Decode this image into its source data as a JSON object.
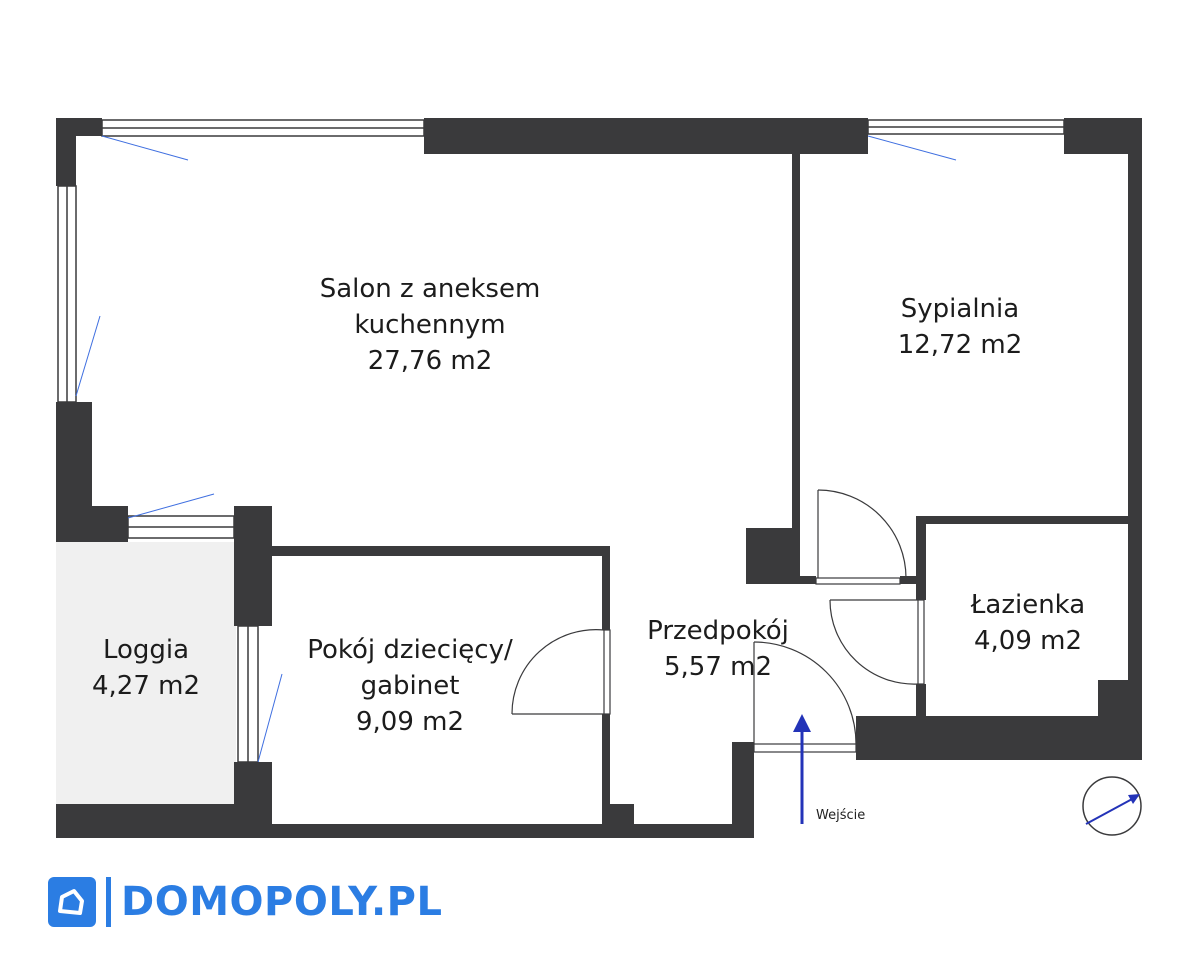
{
  "rooms": [
    {
      "name_lines": [
        "Salon z aneksem",
        "kuchennym"
      ],
      "area": "27,76 m2"
    },
    {
      "name_lines": [
        "Sypialnia"
      ],
      "area": "12,72 m2"
    },
    {
      "name_lines": [
        "Przedpokój"
      ],
      "area": "5,57 m2"
    },
    {
      "name_lines": [
        "Łazienka"
      ],
      "area": "4,09 m2"
    },
    {
      "name_lines": [
        "Loggia"
      ],
      "area": "4,27 m2"
    },
    {
      "name_lines": [
        "Pokój dziecięcy/",
        "gabinet"
      ],
      "area": "9,09 m2"
    }
  ],
  "entry_label": "Wejście",
  "brand": {
    "name": "DOMOPOLY.PL",
    "color": "#2b7de3"
  },
  "colors": {
    "wall": "#3a3a3c",
    "loggia_floor": "#f0f0f0",
    "window_swing": "#3f6fe0",
    "arrow": "#2333b8"
  }
}
